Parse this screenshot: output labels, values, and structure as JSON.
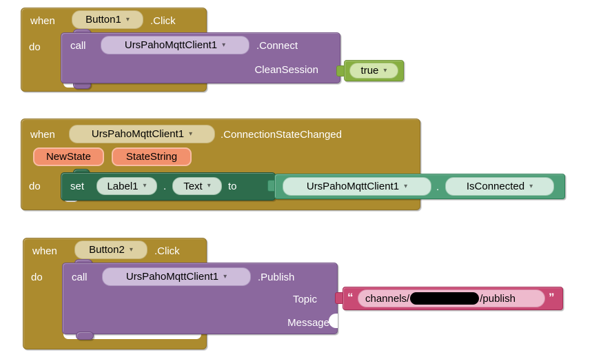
{
  "icons": {
    "dropdown_arrow": "▾"
  },
  "colors": {
    "event_block": "#ac8b2e",
    "method_block": "#8b689e",
    "setter_block": "#2d6c4c",
    "getter_block": "#4f9f79",
    "logic_block": "#87ae41",
    "param_chip": "#f2916d",
    "text_block": "#c94a74",
    "text_field": "#eebacd",
    "redaction": "#000000"
  },
  "groups": [
    {
      "name": "when-button1-click",
      "when": "when",
      "component": "Button1",
      "event": ".Click",
      "do": "do",
      "call": {
        "label": "call",
        "component": "UrsPahoMqttClient1",
        "method": ".Connect"
      },
      "params": [
        {
          "name": "CleanSession",
          "value": "true"
        }
      ]
    },
    {
      "name": "when-connection-state-changed",
      "when": "when",
      "component": "UrsPahoMqttClient1",
      "event": ".ConnectionStateChanged",
      "do": "do",
      "event_params": [
        "NewState",
        "StateString"
      ],
      "set": {
        "label": "set",
        "component": "Label1",
        "dot": ".",
        "property": "Text",
        "to": "to"
      },
      "value": {
        "component": "UrsPahoMqttClient1",
        "dot": ".",
        "property": "IsConnected"
      }
    },
    {
      "name": "when-button2-click",
      "when": "when",
      "component": "Button2",
      "event": ".Click",
      "do": "do",
      "call": {
        "label": "call",
        "component": "UrsPahoMqttClient1",
        "method": ".Publish"
      },
      "params": [
        {
          "name": "Topic",
          "text": {
            "open_quote": "“",
            "before": "channels/",
            "after": "/publish",
            "close_quote": "”"
          }
        },
        {
          "name": "Message"
        }
      ]
    }
  ]
}
